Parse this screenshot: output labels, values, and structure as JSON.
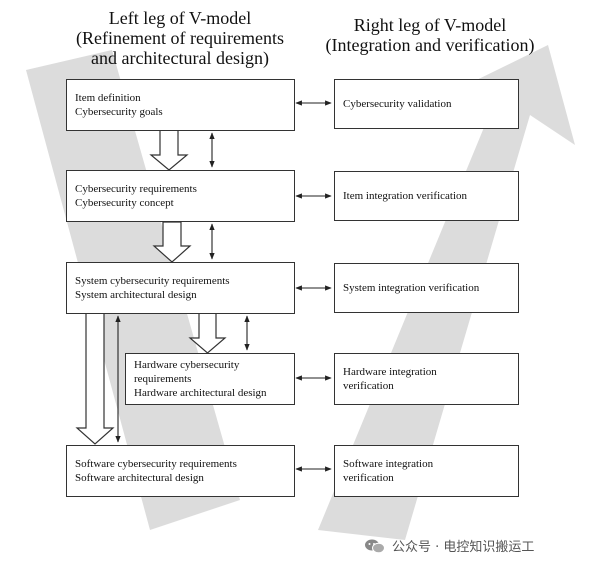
{
  "header": {
    "left": [
      "Left leg of V-model",
      "(Refinement of requirements",
      "and architectural design)"
    ],
    "right": [
      "Right leg of V-model",
      "(Integration and verification)"
    ]
  },
  "left_boxes": {
    "item_definition": [
      "Item definition",
      "Cybersecurity goals"
    ],
    "cs_requirements": [
      "Cybersecurity requirements",
      "Cybersecurity  concept"
    ],
    "system": [
      "System cybersecurity  requirements",
      "System architectural design"
    ],
    "hardware": [
      "Hardware cybersecurity",
      "requirements",
      "Hardware architectural design"
    ],
    "software": [
      "Software cybersecurity  requirements",
      "Software architectural design"
    ]
  },
  "right_boxes": {
    "validation": [
      "Cybersecurity validation"
    ],
    "item_integration": [
      "Item integration verification"
    ],
    "system_integration": [
      "System integration verification"
    ],
    "hardware_integration": [
      "Hardware integration",
      "verification"
    ],
    "software_integration": [
      "Software integration",
      "verification"
    ]
  },
  "watermark": {
    "text": "公众号 · 电控知识搬运工"
  },
  "colors": {
    "band": "#dcdcdc",
    "box_border": "#333333",
    "text": "#111111"
  }
}
